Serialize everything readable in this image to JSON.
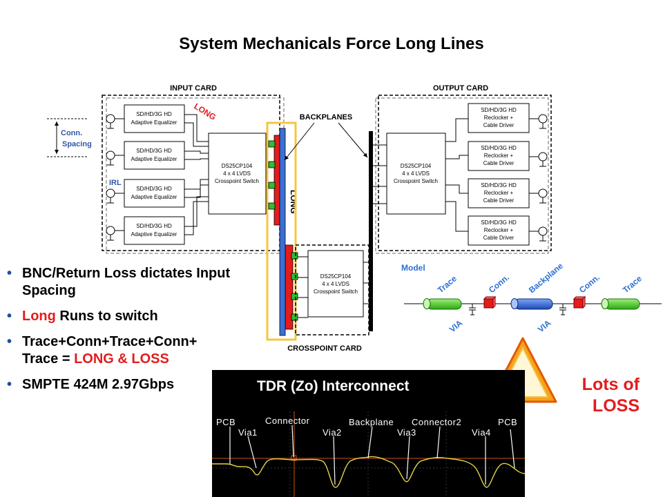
{
  "title": "System Mechanicals Force Long Lines",
  "input_card": {
    "label": "INPUT CARD",
    "equalizers": [
      {
        "line1": "SD/HD/3G HD",
        "line2": "Adaptive Equalizer"
      },
      {
        "line1": "SD/HD/3G HD",
        "line2": "Adaptive Equalizer"
      },
      {
        "line1": "SD/HD/3G HD",
        "line2": "Adaptive Equalizer"
      },
      {
        "line1": "SD/HD/3G HD",
        "line2": "Adaptive Equalizer"
      }
    ],
    "switch": {
      "line1": "DS25CP104",
      "line2": "4 x 4 LVDS",
      "line3": "Crosspoint Switch"
    }
  },
  "output_card": {
    "label": "OUTPUT CARD",
    "drivers": [
      {
        "line1": "SD/HD/3G HD",
        "line2": "Reclocker +",
        "line3": "Cable Driver"
      },
      {
        "line1": "SD/HD/3G HD",
        "line2": "Reclocker +",
        "line3": "Cable Driver"
      },
      {
        "line1": "SD/HD/3G HD",
        "line2": "Reclocker +",
        "line3": "Cable Driver"
      },
      {
        "line1": "SD/HD/3G HD",
        "line2": "Reclocker +",
        "line3": "Cable Driver"
      }
    ],
    "switch": {
      "line1": "DS25CP104",
      "line2": "4 x 4 LVDS",
      "line3": "Crosspoint Switch"
    }
  },
  "crosspoint_card": {
    "label": "CROSSPOINT CARD",
    "switch": {
      "line1": "DS25CP104",
      "line2": "4 x 4 LVDS",
      "line3": "Crosspoint Switch"
    }
  },
  "backplanes_label": "BACKPLANES",
  "annotations": {
    "long_1": "LONG",
    "long_2": "LONG",
    "conn_spacing_1": "Conn.",
    "conn_spacing_2": "Spacing",
    "irl": "IRL"
  },
  "model": {
    "label": "Model",
    "trace_1": "Trace",
    "conn_1": "Conn.",
    "backplane": "Backplane",
    "conn_2": "Conn.",
    "trace_2": "Trace",
    "via_1": "VIA",
    "via_2": "VIA"
  },
  "bullets": {
    "b1": "BNC/Return Loss dictates Input Spacing",
    "b2_red": "Long",
    "b2_rest": " Runs to switch",
    "b3_line1": "Trace+Conn+Trace+Conn+",
    "b3_line2_prefix": "Trace = ",
    "b3_red": "LONG & LOSS",
    "b4": "SMPTE 424M 2.97Gbps"
  },
  "tdr": {
    "title": "TDR (Zo) Interconnect",
    "labels": [
      "PCB",
      "Via1",
      "Connector",
      "Via2",
      "Backplane",
      "Via3",
      "Connector2",
      "Via4",
      "PCB"
    ]
  },
  "warning": {
    "symbol": "!",
    "text_line1": "Lots of",
    "text_line2": "LOSS"
  },
  "colors": {
    "accent_red": "#e31c1c",
    "bullet_blue": "#1f4e9e",
    "model_blue": "#2e6fd0",
    "highlight_yellow": "#f5c542",
    "trace_yellow": "#e6d44a"
  }
}
